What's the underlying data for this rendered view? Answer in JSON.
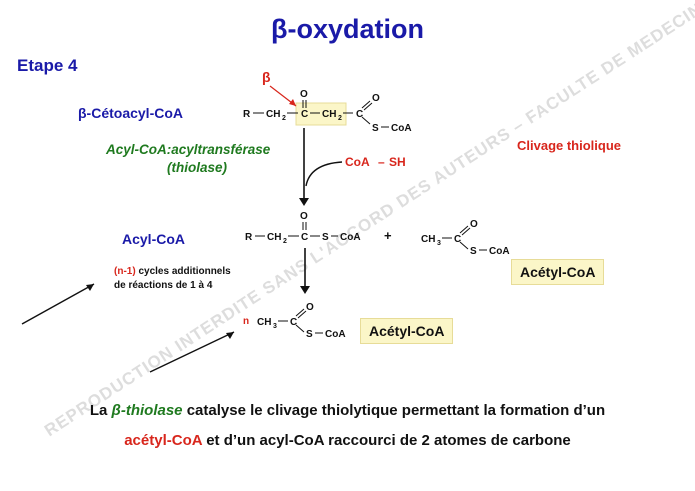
{
  "title": "β-oxydation",
  "step": "Etape 4",
  "watermark": "REPRODUCTION INTERDITE SANS L'ACCORD DES AUTEURS – FACULTE DE MEDECIN - UNS",
  "substrate": {
    "name": "β-Cétoacyl-CoA",
    "beta_marker": "β",
    "formula": {
      "r": "R",
      "ch2a": "CH",
      "sub2": "2",
      "c": "C",
      "o": "O",
      "ch2b": "CH",
      "c2": "C",
      "o2": "O",
      "s": "S",
      "coa": "CoA"
    }
  },
  "enzyme": {
    "line1": "Acyl-CoA:acyltransférase",
    "line2": "(thiolase)"
  },
  "cofactor": {
    "coa": "CoA",
    "dash": "–",
    "sh": "SH"
  },
  "reaction_type": "Clivage thiolique",
  "product1": {
    "name": "Acyl-CoA",
    "formula": {
      "r": "R",
      "ch2": "CH",
      "sub2": "2",
      "c": "C",
      "o": "O",
      "s": "S",
      "coa": "CoA"
    }
  },
  "plus": "+",
  "product2": {
    "name": "Acétyl-CoA",
    "formula": {
      "ch3": "CH",
      "sub3": "3",
      "c": "C",
      "o": "O",
      "s": "S",
      "coa": "CoA"
    }
  },
  "cycles": {
    "prefix": "(n-1)",
    "line1": " cycles additionnels",
    "line2": "de réactions de 1 à 4"
  },
  "final": {
    "n": "n",
    "name": "Acétyl-CoA",
    "formula": {
      "ch3": "CH",
      "sub3": "3",
      "c": "C",
      "o": "O",
      "s": "S",
      "coa": "CoA"
    }
  },
  "summary": {
    "line1_a": "La ",
    "line1_b": "β-thiolase",
    "line1_c": " catalyse le clivage thiolytique permettant la formation d’un",
    "line2_a": "acétyl-CoA",
    "line2_b": " et d’un acyl-CoA raccourci de 2 atomes de carbone"
  },
  "colors": {
    "blue": "#1a1aa8",
    "green": "#1f7a1f",
    "red": "#d8261c",
    "highlight": "#fbf6c8"
  }
}
